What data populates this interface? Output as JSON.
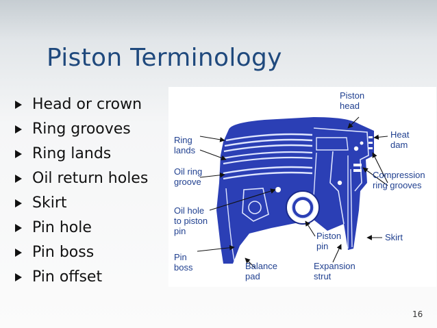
{
  "slide": {
    "title": "Piston Terminology",
    "page_number": "16"
  },
  "bullets": [
    "Head or crown",
    "Ring grooves",
    "Ring lands",
    "Oil return holes",
    "Skirt",
    "Pin hole",
    "Pin boss",
    "Pin offset"
  ],
  "diagram": {
    "body_color": "#2b3fb5",
    "label_color": "#1f3f8f",
    "labels": {
      "piston_head": [
        "Piston",
        "head"
      ],
      "heat_dam": [
        "Heat",
        "dam"
      ],
      "ring_lands": [
        "Ring",
        "lands"
      ],
      "oil_ring_groove": [
        "Oil ring",
        "groove"
      ],
      "compression_ring_grooves": [
        "Compression",
        "ring grooves"
      ],
      "oil_hole": [
        "Oil hole",
        "to piston",
        "pin"
      ],
      "pin_boss": [
        "Pin",
        "boss"
      ],
      "piston_pin": [
        "Piston",
        "pin"
      ],
      "skirt": [
        "Skirt"
      ],
      "balance_pad": [
        "Balance",
        "pad"
      ],
      "expansion_strut": [
        "Expansion",
        "strut"
      ]
    }
  }
}
